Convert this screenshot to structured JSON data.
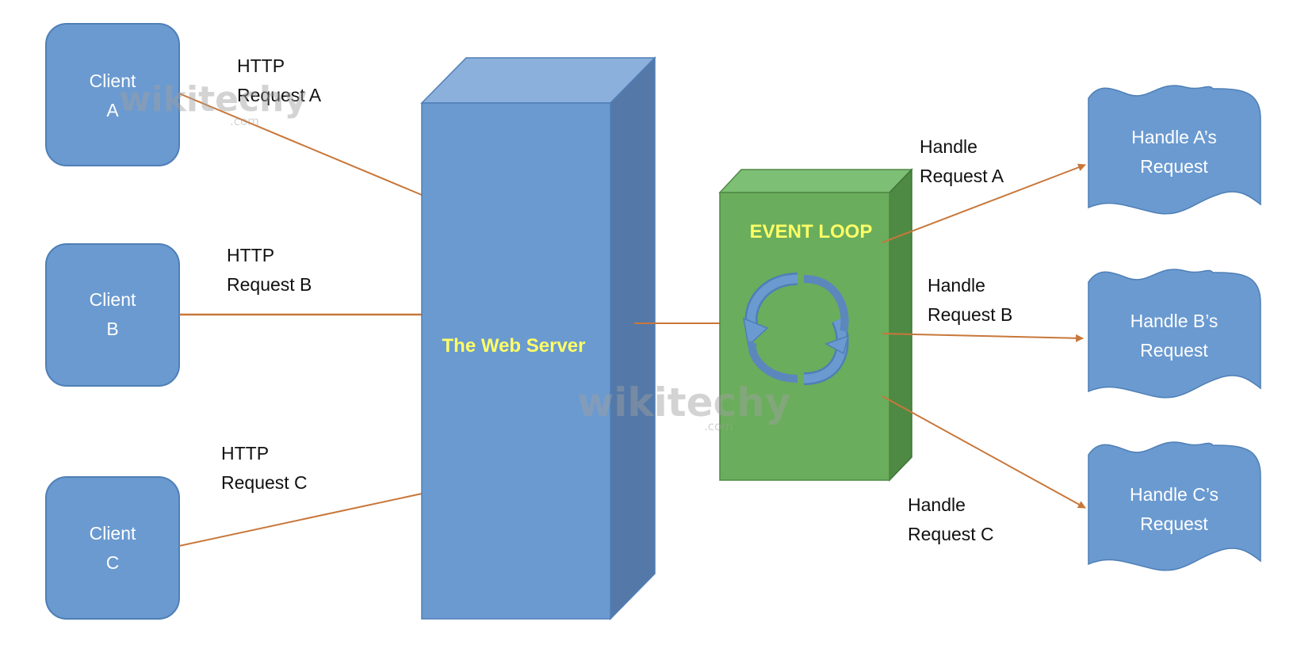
{
  "clients": [
    {
      "line1": "Client",
      "line2": "A"
    },
    {
      "line1": "Client",
      "line2": "B"
    },
    {
      "line1": "Client",
      "line2": "C"
    }
  ],
  "http_requests": [
    {
      "line1": "HTTP",
      "line2": "Request A"
    },
    {
      "line1": "HTTP",
      "line2": "Request B"
    },
    {
      "line1": "HTTP",
      "line2": "Request C"
    }
  ],
  "web_server": {
    "label": "The Web Server"
  },
  "event_loop": {
    "label": "EVENT LOOP"
  },
  "handle_labels": [
    {
      "line1": "Handle",
      "line2": "Request A"
    },
    {
      "line1": "Handle",
      "line2": "Request B"
    },
    {
      "line1": "Handle",
      "line2": "Request C"
    }
  ],
  "handlers": [
    {
      "line1": "Handle A’s",
      "line2": "Request"
    },
    {
      "line1": "Handle B’s",
      "line2": "Request"
    },
    {
      "line1": "Handle C’s",
      "line2": "Request"
    }
  ],
  "watermark": {
    "brand": "wikitechy",
    "domain": ".com"
  },
  "colors": {
    "box_blue": "#6a9ad0",
    "box_blue_stroke": "#4f7fb6",
    "server_side": "#5479a8",
    "server_top": "#8cb0dc",
    "loop_front": "#6aad5c",
    "loop_side": "#4f8a44",
    "loop_top": "#7dbf74",
    "connector": "#c8773a",
    "label_yellow": "#ffff66"
  }
}
